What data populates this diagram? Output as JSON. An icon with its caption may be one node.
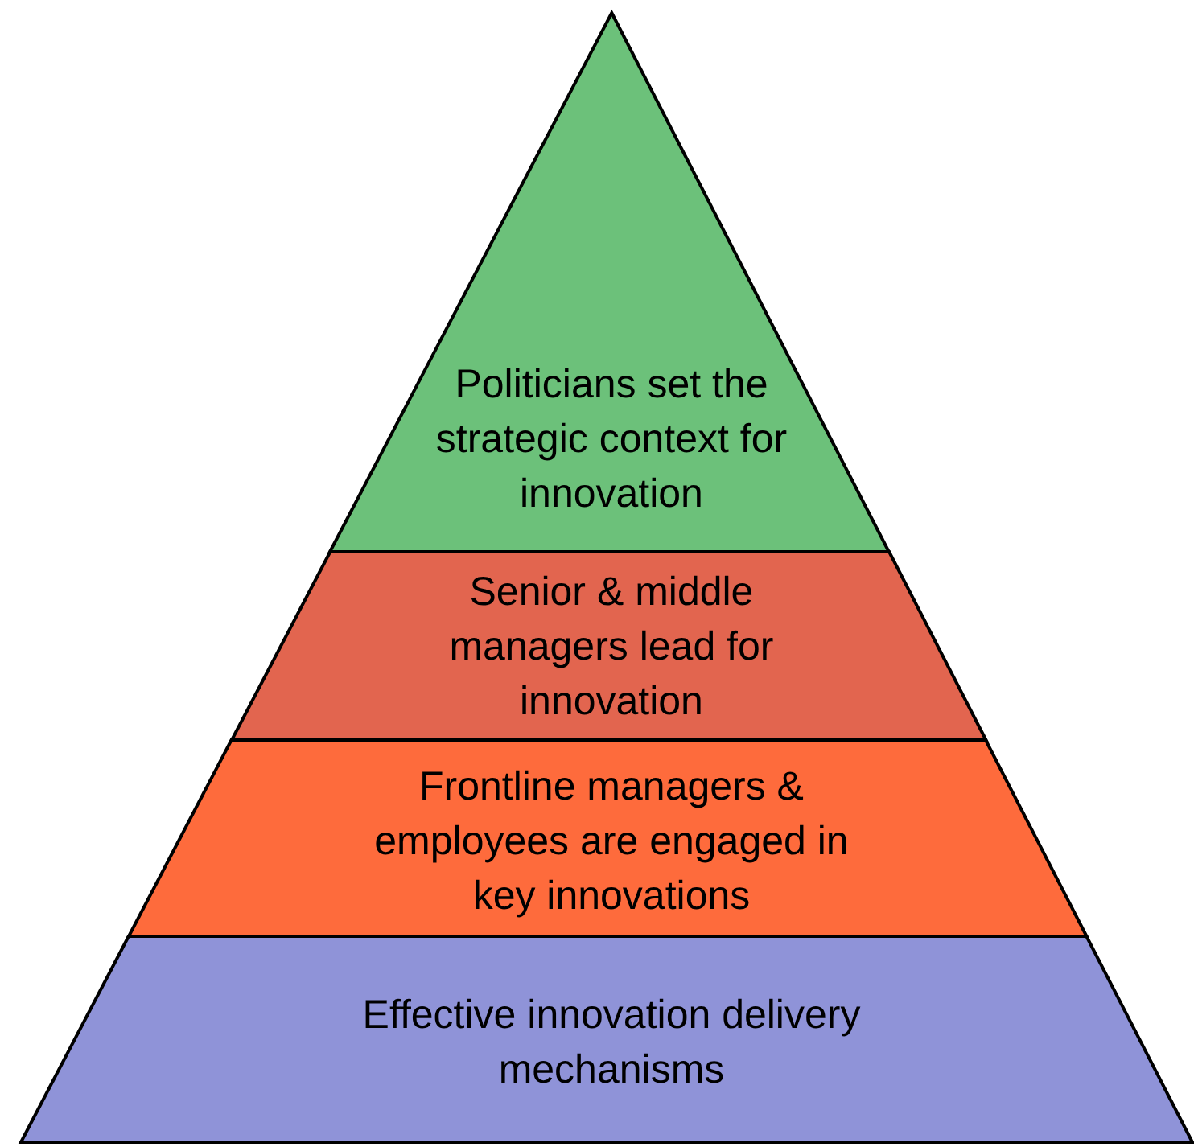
{
  "diagram": {
    "nodes": [
      {
        "text": [
          "Politicians set the strategic context for innovation"
        ]
      },
      {
        "text": [
          "Senior & middle managers lead for innovation"
        ]
      },
      {
        "text": [
          "Frontline managers & employees are engaged in key innovations"
        ]
      },
      {
        "text": [
          "Effective innovation delivery mechanisms"
        ]
      }
    ]
  }
}
